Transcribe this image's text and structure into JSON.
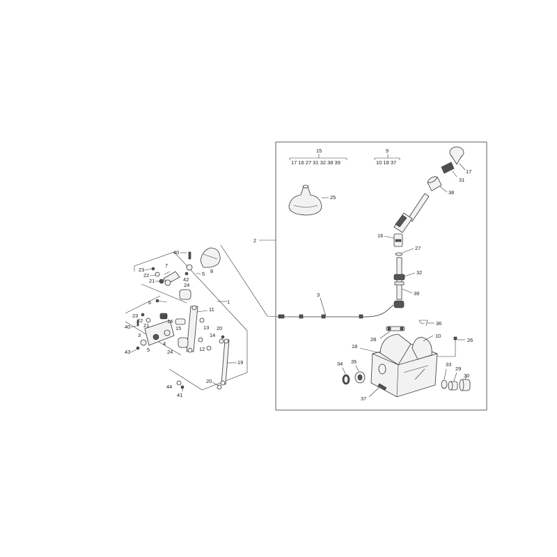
{
  "assembly_labels": {
    "n1": "1",
    "n2": "2",
    "n3": "3"
  },
  "kit_15": {
    "number": "15",
    "contents": "17 16 27 31 32 38 39"
  },
  "kit_9": {
    "number": "9",
    "contents": "10 18 37"
  },
  "right_callouts": {
    "c17": "17",
    "c31": "31",
    "c38": "38",
    "c25": "25",
    "c16": "16",
    "c27": "27",
    "c32": "32",
    "c39": "39",
    "c36": "36",
    "c28": "28",
    "c10": "10",
    "c18": "18",
    "c26": "26",
    "c34": "34",
    "c35": "35",
    "c33": "33",
    "c29": "29",
    "c30": "30",
    "c37": "37"
  },
  "left_callouts": {
    "l40a": "40",
    "l8": "8",
    "l23a": "23",
    "l22a": "22",
    "l7": "7",
    "l21a": "21",
    "l5a": "5",
    "l42": "42",
    "l24a": "24",
    "l6": "6",
    "l11": "11",
    "l23b": "23",
    "l22b": "22",
    "l12a": "12",
    "l14a": "14",
    "l40b": "40",
    "l21b": "21",
    "l15": "15",
    "l3": "3",
    "l4": "4",
    "l13": "13",
    "l20a": "20",
    "l14b": "14",
    "l24b": "24",
    "l43": "43",
    "l5b": "5",
    "l12b": "12",
    "l19": "19",
    "l20b": "20",
    "l44": "44",
    "l41": "41"
  }
}
